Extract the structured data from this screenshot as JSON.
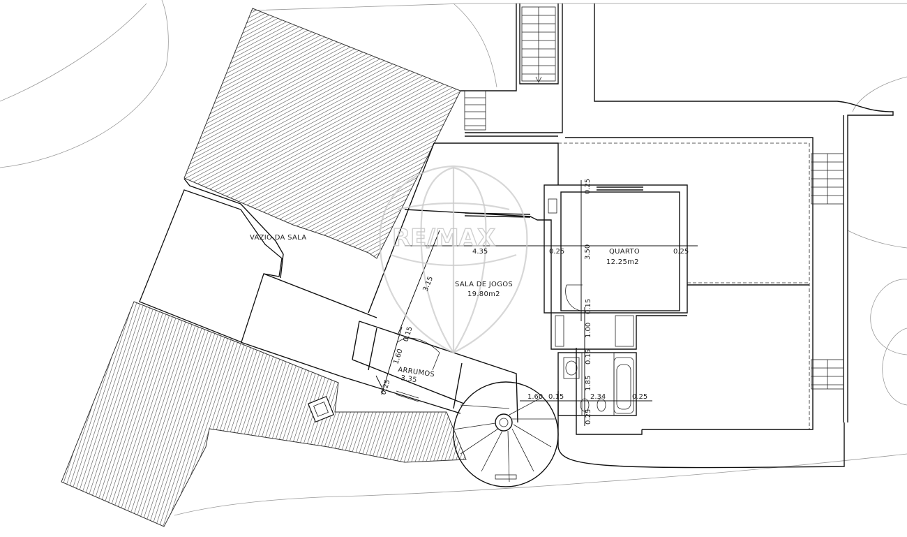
{
  "rooms": {
    "vazio": {
      "name": "VAZIO DA SALA"
    },
    "sala": {
      "name": "SALA DE JOGOS",
      "area": "19.80m2"
    },
    "quarto": {
      "name": "QUARTO",
      "area": "12.25m2"
    },
    "arrumos": {
      "name": "ARRUMOS",
      "area": "3.35"
    }
  },
  "dimensions": {
    "quarto_width_left": "4.35",
    "quarto_wall_left": "0.25",
    "quarto_height": "3.50",
    "quarto_top": "0.25",
    "quarto_wall_right": "0.25",
    "sala_diag": "3.15",
    "arrumos_len": "1.60",
    "arrumos_wall": "0.15",
    "arrumos_wall_b": "0.25",
    "corridor_width": "1.00",
    "corridor_wall": "0.15",
    "bath_wall_a": "0.15",
    "bath_len": "1.85",
    "bath_wall_b": "0.25",
    "bath_w1": "1.60",
    "bath_w2": "0.15",
    "bath_w3": "2.34",
    "bath_w4": "0.25"
  },
  "watermark": {
    "text": "RE/MAX"
  },
  "colors": {
    "walls": "#111111",
    "hatch": "#333333",
    "terrain": "#999999",
    "watermark": "#c4c4c4"
  }
}
